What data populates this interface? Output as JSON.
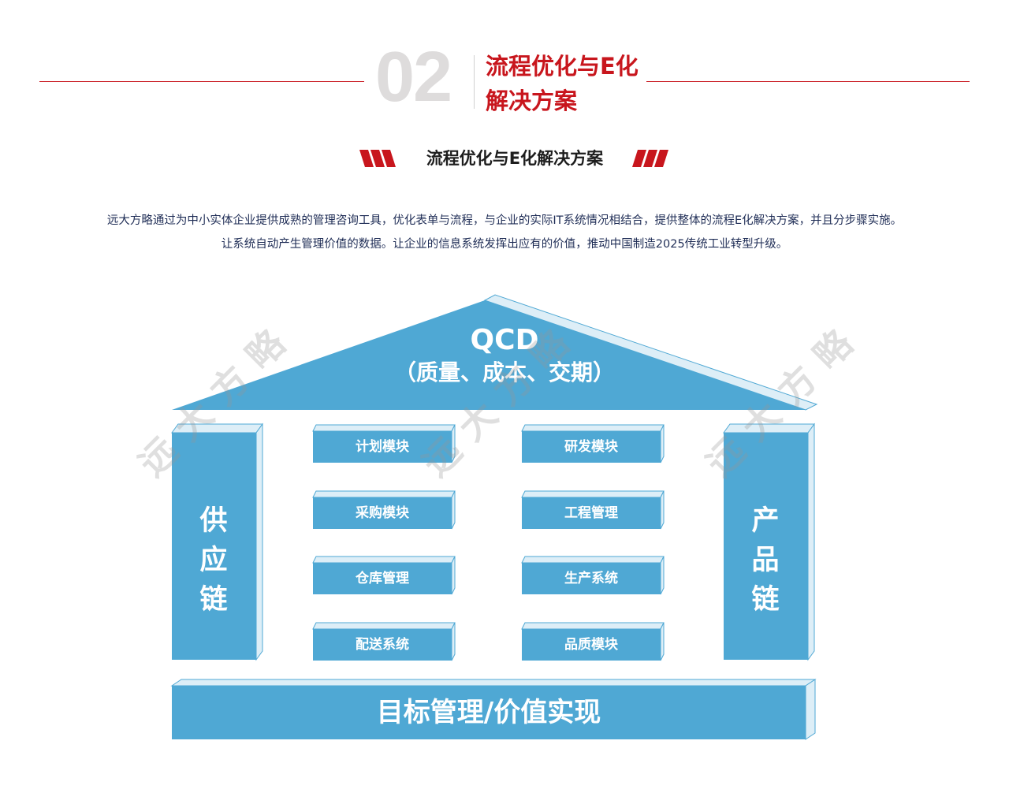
{
  "header": {
    "section_number": "02",
    "title_line1": "流程优化与E化",
    "title_line2": "解决方案"
  },
  "subtitle": "流程优化与E化解决方案",
  "description": {
    "line1": "远大方略通过为中小实体企业提供成熟的管理咨询工具，优化表单与流程，与企业的实际IT系统情况相结合，提供整体的流程E化解决方案，并且分步骤实施。",
    "line2": "让系统自动产生管理价值的数据。让企业的信息系统发挥出应有的价值，推动中国制造2025传统工业转型升级。"
  },
  "diagram": {
    "roof_title": "QCD",
    "roof_subtitle": "（质量、成本、交期）",
    "left_pillar": "供应链",
    "right_pillar": "产品链",
    "modules_left": [
      "计划模块",
      "采购模块",
      "仓库管理",
      "配送系统"
    ],
    "modules_right": [
      "研发模块",
      "工程管理",
      "生产系统",
      "品质模块"
    ],
    "base": "目标管理/价值实现"
  },
  "watermark": "远大方略",
  "colors": {
    "accent_red": "#c8161d",
    "diagram_blue": "#4fa8d4",
    "diagram_light": "#ddeef7",
    "text_navy": "#1f2d56"
  }
}
